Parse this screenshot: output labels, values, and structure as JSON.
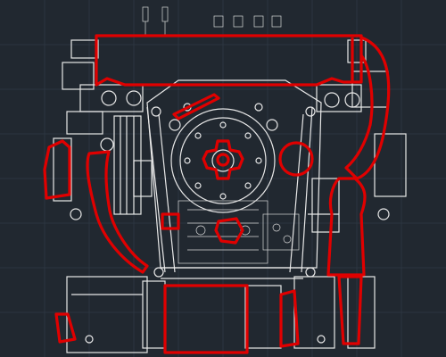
{
  "app": {
    "title": ""
  },
  "canvas": {
    "background": "#212830",
    "grid_color": "#2c3540",
    "linework_color": "#e8e8e8",
    "highlight_color": "#e00000"
  },
  "drawing": {
    "subject": "engine-front-view",
    "highlighted_parts": [
      "intake-manifold",
      "upper-radiator-hose",
      "lower-radiator-hose",
      "left-coolant-hose",
      "alternator",
      "thermostat-housing",
      "crank-pulley-hub",
      "oil-pan",
      "timing-cover-bracket",
      "water-pump-outlet",
      "left-mount-pad",
      "right-filter",
      "lower-left-bracket",
      "small-tensioner"
    ]
  }
}
